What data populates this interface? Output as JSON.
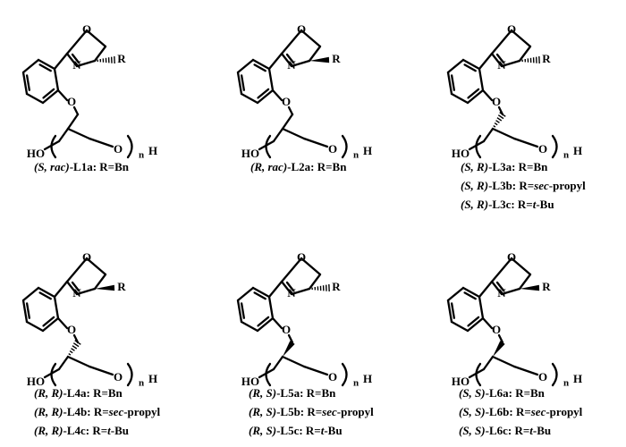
{
  "structures": [
    {
      "id": "L1a",
      "stereo_oxaz": "dash",
      "stereo_backbone": "none",
      "atoms": {
        "O_ring": "O",
        "N": "N",
        "R": "R",
        "O_link": "O",
        "HO": "HO",
        "O_chain": "O",
        "n": "n",
        "H": "H"
      },
      "labels": [
        {
          "config": "(S, rac)",
          "code": "-L1a",
          "rest": ": R=Bn"
        }
      ]
    },
    {
      "id": "L2a",
      "stereo_oxaz": "wedge",
      "stereo_backbone": "none",
      "atoms": {
        "O_ring": "O",
        "N": "N",
        "R": "R",
        "O_link": "O",
        "HO": "HO",
        "O_chain": "O",
        "n": "n",
        "H": "H"
      },
      "labels": [
        {
          "config": "(R, rac)",
          "code": "-L2a",
          "rest": ": R=Bn"
        }
      ]
    },
    {
      "id": "L3",
      "stereo_oxaz": "dash",
      "stereo_backbone": "hash",
      "atoms": {
        "O_ring": "O",
        "N": "N",
        "R": "R",
        "O_link": "O",
        "HO": "HO",
        "O_chain": "O",
        "n": "n",
        "H": "H"
      },
      "labels": [
        {
          "config": "(S, R)",
          "code": "-L3a",
          "rest": ": R=Bn"
        },
        {
          "config": "(S, R)",
          "code": "-L3b",
          "rest": ": R=",
          "it": "sec",
          "rest2": "-propyl"
        },
        {
          "config": "(S, R)",
          "code": "-L3c",
          "rest": ": R=",
          "it": "t",
          "rest2": "-Bu"
        }
      ]
    },
    {
      "id": "L4",
      "stereo_oxaz": "wedge",
      "stereo_backbone": "hash",
      "atoms": {
        "O_ring": "O",
        "N": "N",
        "R": "R",
        "O_link": "O",
        "HO": "HO",
        "O_chain": "O",
        "n": "n",
        "H": "H"
      },
      "labels": [
        {
          "config": "(R, R)",
          "code": "-L4a",
          "rest": ": R=Bn"
        },
        {
          "config": "(R, R)",
          "code": "-L4b",
          "rest": ": R=",
          "it": "sec",
          "rest2": "-propyl"
        },
        {
          "config": "(R, R)",
          "code": "-L4c",
          "rest": ": R=",
          "it": "t",
          "rest2": "-Bu"
        }
      ]
    },
    {
      "id": "L5",
      "stereo_oxaz": "dash",
      "stereo_backbone": "wedge",
      "atoms": {
        "O_ring": "O",
        "N": "N",
        "R": "R",
        "O_link": "O",
        "HO": "HO",
        "O_chain": "O",
        "n": "n",
        "H": "H"
      },
      "labels": [
        {
          "config": "(R, S)",
          "code": "-L5a",
          "rest": ": R=Bn"
        },
        {
          "config": "(R, S)",
          "code": "-L5b",
          "rest": ": R=",
          "it": "sec",
          "rest2": "-propyl"
        },
        {
          "config": "(R, S)",
          "code": "-L5c",
          "rest": ": R=",
          "it": "t",
          "rest2": "-Bu"
        }
      ]
    },
    {
      "id": "L6",
      "stereo_oxaz": "wedge",
      "stereo_backbone": "wedge",
      "atoms": {
        "O_ring": "O",
        "N": "N",
        "R": "R",
        "O_link": "O",
        "HO": "HO",
        "O_chain": "O",
        "n": "n",
        "H": "H"
      },
      "labels": [
        {
          "config": "(S, S)",
          "code": "-L6a",
          "rest": ": R=Bn"
        },
        {
          "config": "(S, S)",
          "code": "-L6b",
          "rest": ": R=",
          "it": "sec",
          "rest2": "-propyl"
        },
        {
          "config": "(S, S)",
          "code": "-L6c",
          "rest": ": R=",
          "it": "t",
          "rest2": "-Bu"
        }
      ]
    }
  ]
}
